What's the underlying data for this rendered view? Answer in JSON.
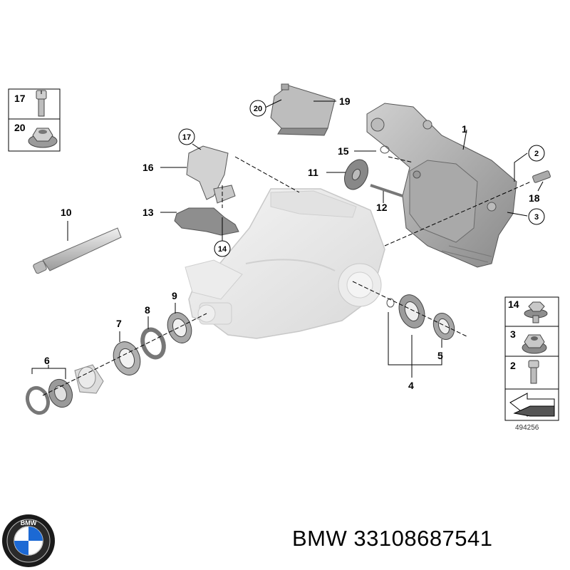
{
  "callouts": {
    "c1": "1",
    "c2": "2",
    "c3": "3",
    "c4": "4",
    "c5": "5",
    "c6": "6",
    "c7": "7",
    "c8": "8",
    "c9": "9",
    "c10": "10",
    "c11": "11",
    "c12": "12",
    "c13": "13",
    "c14": "14",
    "c15": "15",
    "c16": "16",
    "c17": "17",
    "c18": "18",
    "c19": "19",
    "c20": "20"
  },
  "legend_top_left": {
    "top": "17",
    "bottom": "20"
  },
  "legend_right": {
    "row1": "14",
    "row2": "3",
    "row3": "2"
  },
  "reference_number": "494256",
  "caption": "BMW 33108687541",
  "logo_text": "BMW",
  "colors": {
    "line": "#000000",
    "part_fill": "#d8d8d8",
    "ghost_fill": "#eeeeee",
    "caption": "#000000"
  }
}
